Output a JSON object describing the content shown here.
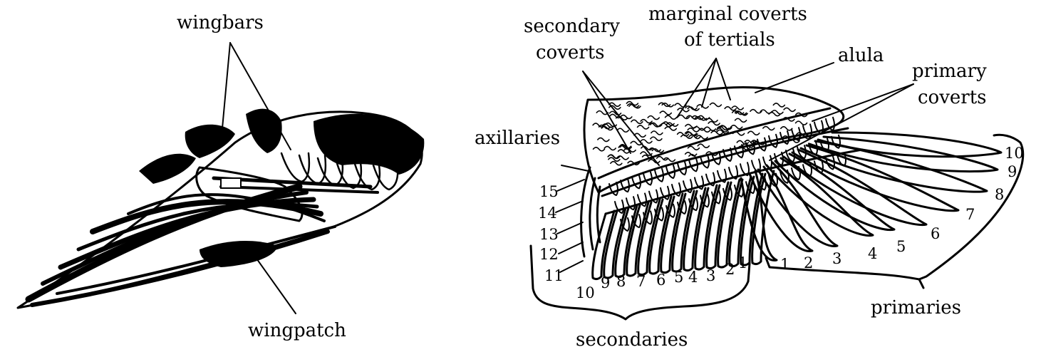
{
  "left_figure": {
    "labels": {
      "wingbars": "wingbars",
      "wingpatch": "wingpatch"
    }
  },
  "right_figure": {
    "labels": {
      "secondary_coverts_line1": "secondary",
      "secondary_coverts_line2": "coverts",
      "marginal_coverts_line1": "marginal coverts",
      "marginal_coverts_line2": "of tertials",
      "alula": "alula",
      "primary_coverts_line1": "primary",
      "primary_coverts_line2": "coverts",
      "axillaries": "axillaries",
      "secondaries": "secondaries",
      "primaries": "primaries"
    },
    "secondary_numbers": [
      "1",
      "2",
      "3",
      "4",
      "5",
      "6",
      "7",
      "8",
      "9",
      "10",
      "11",
      "12",
      "13",
      "14",
      "15"
    ],
    "primary_numbers": [
      "1",
      "2",
      "3",
      "4",
      "5",
      "6",
      "7",
      "8",
      "9",
      "10"
    ]
  },
  "colors": {
    "ink": "#000000",
    "background": "#ffffff"
  }
}
